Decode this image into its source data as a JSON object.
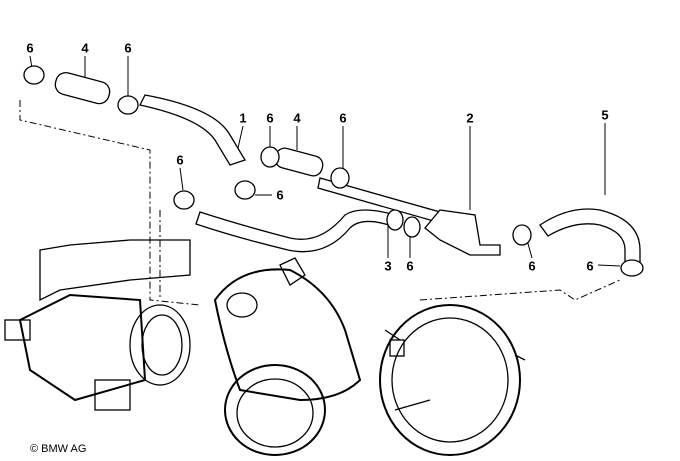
{
  "labels": [
    {
      "id": "p1",
      "text": "6"
    },
    {
      "id": "p2",
      "text": "4"
    },
    {
      "id": "p3",
      "text": "6"
    },
    {
      "id": "p4",
      "text": "1"
    },
    {
      "id": "p5",
      "text": "6"
    },
    {
      "id": "p6",
      "text": "4"
    },
    {
      "id": "p7",
      "text": "6"
    },
    {
      "id": "p8",
      "text": "2"
    },
    {
      "id": "p9",
      "text": "5"
    },
    {
      "id": "p10",
      "text": "6"
    },
    {
      "id": "p11",
      "text": "6"
    },
    {
      "id": "p12",
      "text": "3"
    },
    {
      "id": "p13",
      "text": "6"
    },
    {
      "id": "p14",
      "text": "6"
    },
    {
      "id": "p15",
      "text": "6"
    }
  ],
  "copyright": "© BMW AG"
}
